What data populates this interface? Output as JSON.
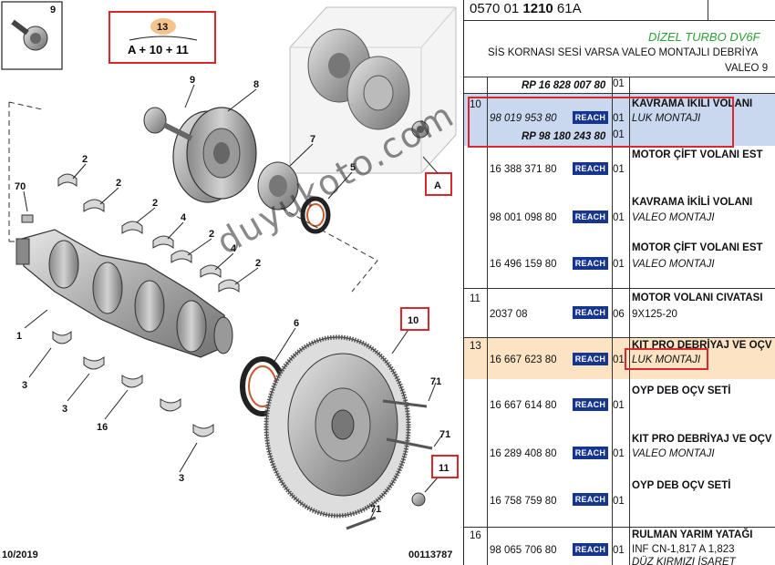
{
  "diagram": {
    "callouts": {
      "n9": "9",
      "n13": "13",
      "formula": "A + 10 + 11",
      "n9b": "9",
      "n8": "8",
      "n7": "7",
      "n5": "5",
      "nA": "A",
      "n70": "70",
      "n2a": "2",
      "n2b": "2",
      "n2c": "2",
      "n4a": "4",
      "n2d": "2",
      "n4b": "4",
      "n2e": "2",
      "n1": "1",
      "n3a": "3",
      "n3b": "3",
      "n16": "16",
      "n3c": "3",
      "n6": "6",
      "n10": "10",
      "n71a": "71",
      "n71b": "71",
      "n11": "11",
      "n71c": "71"
    },
    "date": "10/2019",
    "code": "00113787"
  },
  "panel": {
    "ref_prefix": "0570 01 ",
    "ref_bold": "1210",
    "ref_suffix": " 61A",
    "engine": "DİZEL TURBO DV6F",
    "subtitle1": "SİS KORNASI SESİ VARSA VALEO MONTAJLI DEBRİYA",
    "subtitle2": "VALEO 9",
    "rp_top": "RP 16 828 007 80",
    "qty_top": "01",
    "reach_label": "REACH",
    "rows": [
      {
        "item": "10",
        "pn": "98 019 953 80",
        "qty": "01",
        "desc": "KAVRAMA İKİLİ VOLANI",
        "note": "LUK MONTAJI"
      },
      {
        "pn_rp": "RP 98 180 243 80",
        "qty": "01"
      },
      {
        "pn": "16 388 371 80",
        "qty": "01",
        "desc": "MOTOR ÇİFT VOLANI EST"
      },
      {
        "pn": "98 001 098 80",
        "qty": "01",
        "desc": "KAVRAMA İKİLİ VOLANI",
        "note": "VALEO MONTAJI"
      },
      {
        "pn": "16 496 159 80",
        "qty": "01",
        "desc": "MOTOR ÇİFT VOLANI EST",
        "note": "VALEO MONTAJI"
      },
      {
        "item": "11",
        "pn": "2037 08",
        "qty": "06",
        "desc": "MOTOR VOLANI CIVATASI",
        "note": "9X125-20"
      },
      {
        "item": "13",
        "pn": "16 667 623 80",
        "qty": "01",
        "desc": "KIT PRO DEBRİYAJ VE OÇV",
        "note": "LUK MONTAJI"
      },
      {
        "pn": "16 667 614 80",
        "qty": "01",
        "desc": "OYP DEB OÇV SETİ"
      },
      {
        "pn": "16 289 408 80",
        "qty": "01",
        "desc": "KIT PRO DEBRİYAJ VE OÇV",
        "note": "VALEO MONTAJI"
      },
      {
        "pn": "16 758 759 80",
        "qty": "01",
        "desc": "OYP DEB OÇV SETİ"
      },
      {
        "item": "16",
        "pn": "98 065 706 80",
        "qty": "01",
        "desc": "RULMAN YARIM YATAĞI",
        "note": "INF CN-1,817 A 1,823",
        "note2": "DÜZ  KIRMIZI İŞARET"
      }
    ]
  },
  "watermark": "duyukoto.com",
  "colors": {
    "highlight_blue": "#c9d8ef",
    "highlight_orange": "#fbe3c4",
    "red_box": "#d8282d",
    "reach_badge": "#16358f",
    "engine_green": "#2e9e36"
  }
}
